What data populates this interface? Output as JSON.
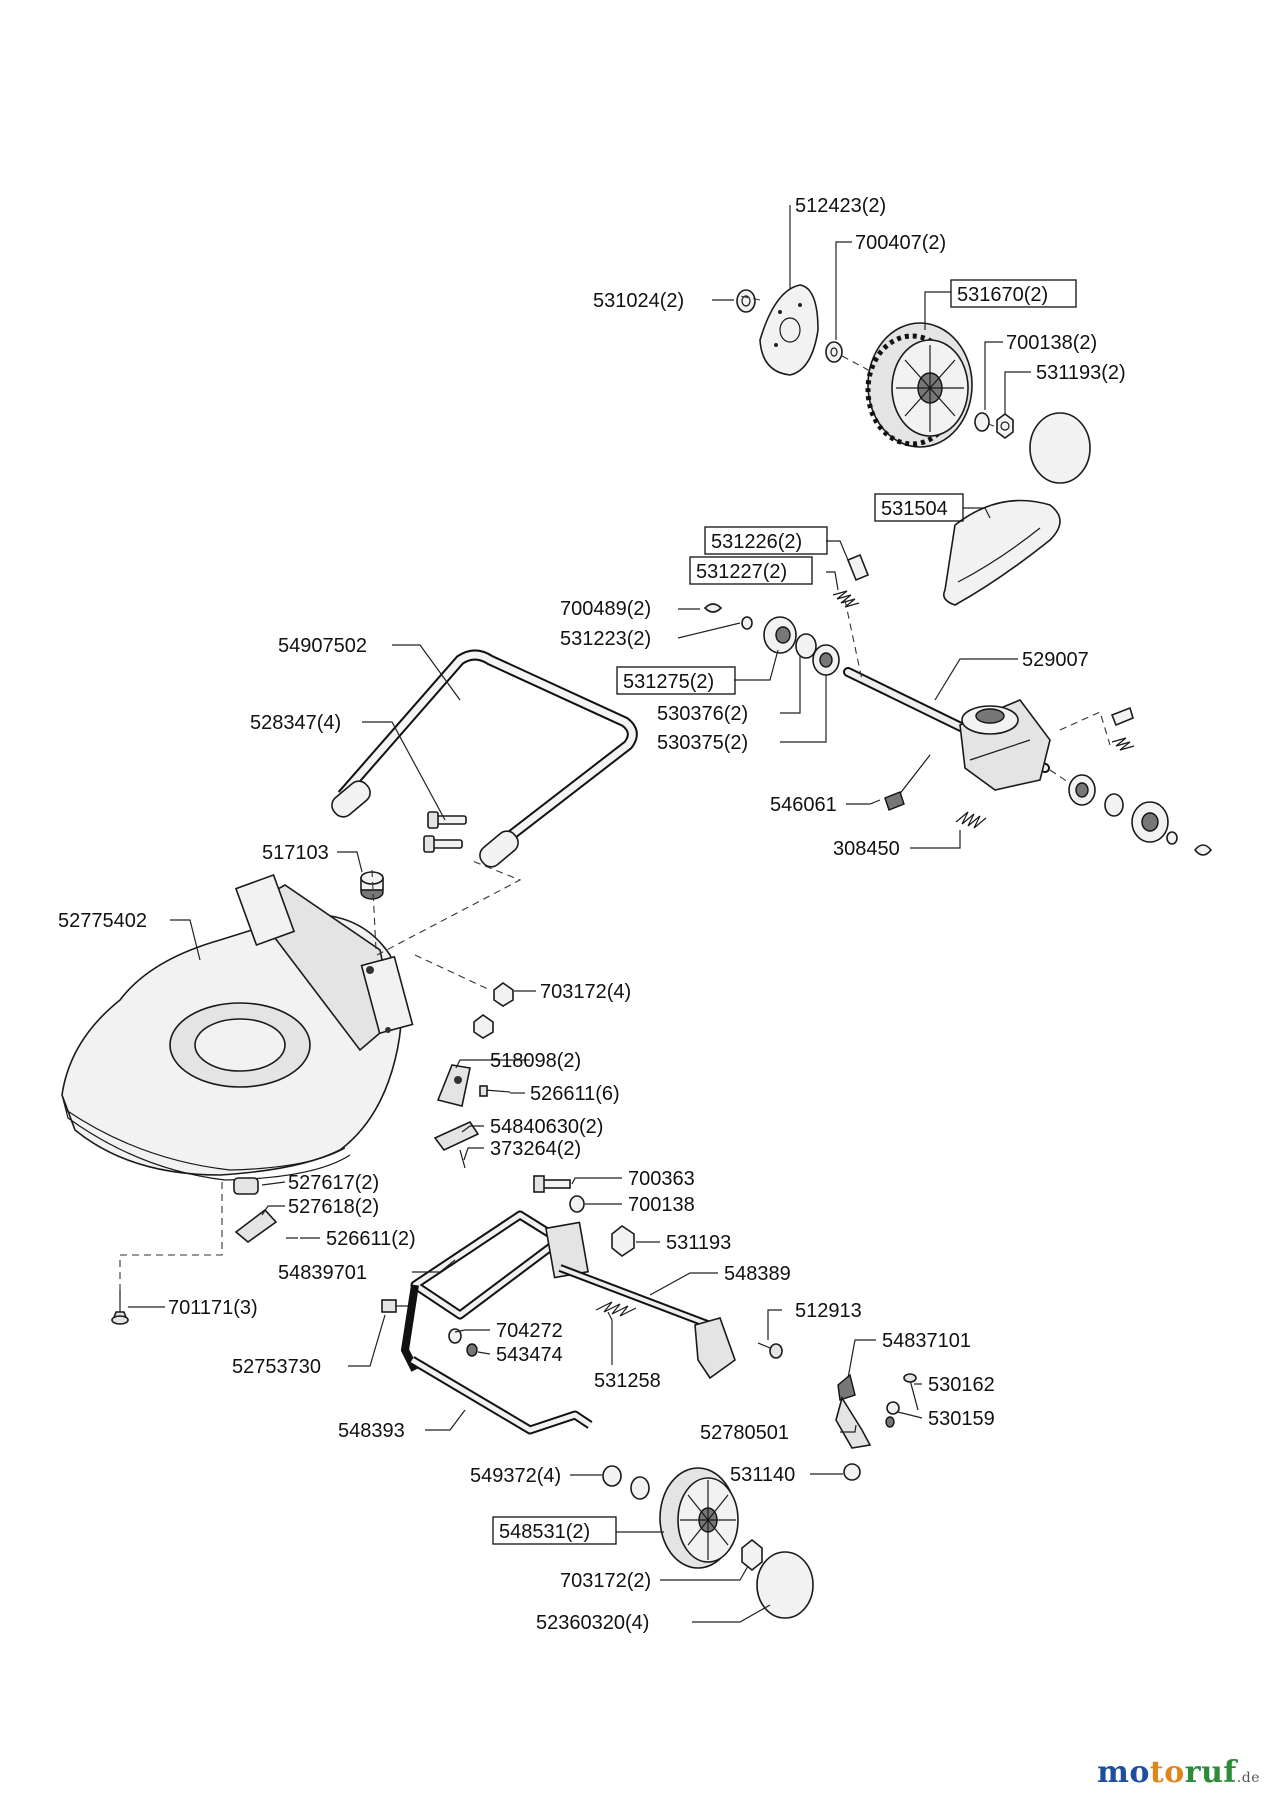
{
  "labels": [
    {
      "id": "l-512423",
      "text": "512423(2)",
      "boxed": false
    },
    {
      "id": "l-700407",
      "text": "700407(2)",
      "boxed": false
    },
    {
      "id": "l-531024",
      "text": "531024(2)",
      "boxed": false
    },
    {
      "id": "l-531670",
      "text": "531670(2)",
      "boxed": true
    },
    {
      "id": "l-700138a",
      "text": "700138(2)",
      "boxed": false
    },
    {
      "id": "l-531193a",
      "text": "531193(2)",
      "boxed": false
    },
    {
      "id": "l-531504",
      "text": "531504",
      "boxed": true
    },
    {
      "id": "l-531226",
      "text": "531226(2)",
      "boxed": true
    },
    {
      "id": "l-531227",
      "text": "531227(2)",
      "boxed": true
    },
    {
      "id": "l-700489",
      "text": "700489(2)",
      "boxed": false
    },
    {
      "id": "l-531223",
      "text": "531223(2)",
      "boxed": false
    },
    {
      "id": "l-54907502",
      "text": "54907502",
      "boxed": false
    },
    {
      "id": "l-529007",
      "text": "529007",
      "boxed": false
    },
    {
      "id": "l-531275",
      "text": "531275(2)",
      "boxed": true
    },
    {
      "id": "l-530376",
      "text": "530376(2)",
      "boxed": false
    },
    {
      "id": "l-528347",
      "text": "528347(4)",
      "boxed": false
    },
    {
      "id": "l-530375",
      "text": "530375(2)",
      "boxed": false
    },
    {
      "id": "l-546061",
      "text": "546061",
      "boxed": false
    },
    {
      "id": "l-308450",
      "text": "308450",
      "boxed": false
    },
    {
      "id": "l-517103",
      "text": "517103",
      "boxed": false
    },
    {
      "id": "l-52775402",
      "text": "52775402",
      "boxed": false
    },
    {
      "id": "l-703172a",
      "text": "703172(4)",
      "boxed": false
    },
    {
      "id": "l-518098",
      "text": "518098(2)",
      "boxed": false
    },
    {
      "id": "l-526611a",
      "text": "526611(6)",
      "boxed": false
    },
    {
      "id": "l-54840630",
      "text": "54840630(2)",
      "boxed": false
    },
    {
      "id": "l-373264",
      "text": "373264(2)",
      "boxed": false
    },
    {
      "id": "l-700363",
      "text": "700363",
      "boxed": false
    },
    {
      "id": "l-527617",
      "text": "527617(2)",
      "boxed": false
    },
    {
      "id": "l-700138b",
      "text": "700138",
      "boxed": false
    },
    {
      "id": "l-527618",
      "text": "527618(2)",
      "boxed": false
    },
    {
      "id": "l-526611b",
      "text": "526611(2)",
      "boxed": false
    },
    {
      "id": "l-531193b",
      "text": "531193",
      "boxed": false
    },
    {
      "id": "l-54839701",
      "text": "54839701",
      "boxed": false
    },
    {
      "id": "l-548389",
      "text": "548389",
      "boxed": false
    },
    {
      "id": "l-701171",
      "text": "701171(3)",
      "boxed": false
    },
    {
      "id": "l-512913",
      "text": "512913",
      "boxed": false
    },
    {
      "id": "l-704272",
      "text": "704272",
      "boxed": false
    },
    {
      "id": "l-54837101",
      "text": "54837101",
      "boxed": false
    },
    {
      "id": "l-543474",
      "text": "543474",
      "boxed": false
    },
    {
      "id": "l-52753730",
      "text": "52753730",
      "boxed": false
    },
    {
      "id": "l-531258",
      "text": "531258",
      "boxed": false
    },
    {
      "id": "l-530162",
      "text": "530162",
      "boxed": false
    },
    {
      "id": "l-530159",
      "text": "530159",
      "boxed": false
    },
    {
      "id": "l-548393",
      "text": "548393",
      "boxed": false
    },
    {
      "id": "l-52780501",
      "text": "52780501",
      "boxed": false
    },
    {
      "id": "l-549372",
      "text": "549372(4)",
      "boxed": false
    },
    {
      "id": "l-531140",
      "text": "531140",
      "boxed": false
    },
    {
      "id": "l-548531",
      "text": "548531(2)",
      "boxed": true
    },
    {
      "id": "l-703172b",
      "text": "703172(2)",
      "boxed": false
    },
    {
      "id": "l-52360320",
      "text": "52360320(4)",
      "boxed": false
    }
  ],
  "brand": {
    "part1": "mo",
    "part2": "to",
    "part3": "ruf",
    "domain": ".de",
    "colors": {
      "blue": "#1d4f9c",
      "orange": "#e0851a",
      "green": "#2e8b3a"
    }
  }
}
